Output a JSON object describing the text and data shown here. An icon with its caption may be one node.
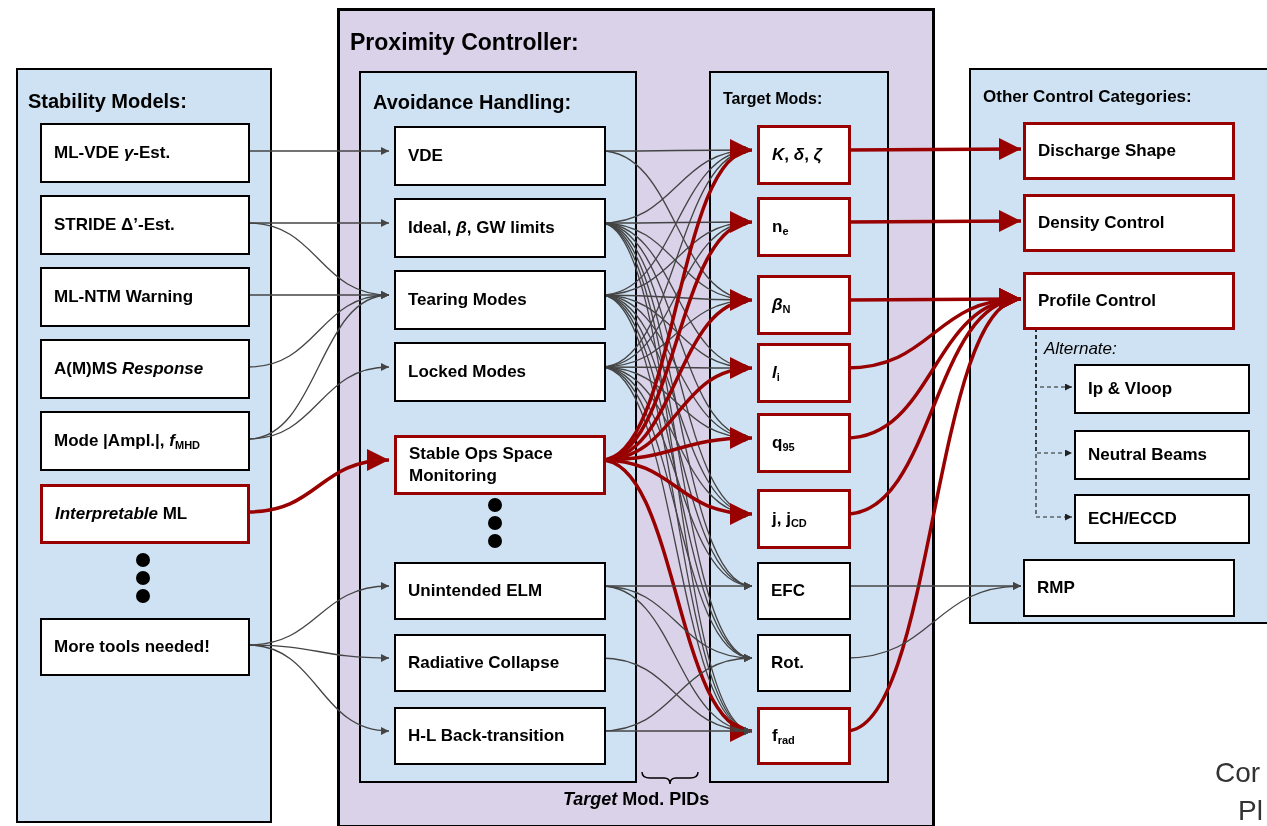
{
  "diagram": {
    "nodes": [
      {
        "text": [
          "Proximity Controller:"
        ]
      },
      {
        "text": [
          "Stability Models:"
        ]
      },
      {
        "text": [
          "ML-VDE *γ*-Est."
        ],
        "in": 1
      },
      {
        "text": [
          "STRIDE Δ’-Est."
        ],
        "in": 1
      },
      {
        "text": [
          "ML-NTM Warning"
        ],
        "in": 1
      },
      {
        "text": [
          "A(M)MS *Response*"
        ],
        "in": 1
      },
      {
        "text": [
          "Mode |Ampl.|, *f*$_{MHD}$"
        ],
        "in": 1
      },
      {
        "text": [
          "*Interpretable* ML"
        ],
        "in": 1
      },
      {
        "text": [
          "More tools needed!"
        ],
        "in": 1
      },
      {
        "text": [
          "Avoidance Handling:"
        ],
        "in": 0
      },
      {
        "text": [
          "VDE"
        ],
        "in": 9
      },
      {
        "text": [
          "Ideal, *β*, GW limits"
        ],
        "in": 9
      },
      {
        "text": [
          "Tearing Modes"
        ],
        "in": 9
      },
      {
        "text": [
          "Locked Modes"
        ],
        "in": 9
      },
      {
        "text": [
          "Stable Ops Space Monitoring"
        ],
        "in": 9
      },
      {
        "text": [
          "Unintended ELM"
        ],
        "in": 9
      },
      {
        "text": [
          "Radiative Collapse"
        ],
        "in": 9
      },
      {
        "text": [
          "H-L Back-transition"
        ],
        "in": 9
      },
      {
        "text": [
          "Target Mods:"
        ],
        "in": 0
      },
      {
        "text": [
          "*K*, *δ*, *ζ*"
        ],
        "in": 18
      },
      {
        "text": [
          "n$_{e}$"
        ],
        "in": 18
      },
      {
        "text": [
          "*β*$_{N}$"
        ],
        "in": 18
      },
      {
        "text": [
          "*l*$_{i}$"
        ],
        "in": 18
      },
      {
        "text": [
          "q$_{95}$"
        ],
        "in": 18
      },
      {
        "text": [
          "j,  j$_{CD}$"
        ],
        "in": 18
      },
      {
        "text": [
          "EFC"
        ],
        "in": 18
      },
      {
        "text": [
          "Rot."
        ],
        "in": 18
      },
      {
        "text": [
          "f$_{rad}$"
        ],
        "in": 18
      },
      {
        "text": [
          "Other Control Categories:"
        ]
      },
      {
        "text": [
          "Discharge Shape"
        ],
        "in": 28
      },
      {
        "text": [
          "Density Control"
        ],
        "in": 28
      },
      {
        "text": [
          "Profile Control"
        ],
        "in": 28
      },
      {
        "text": [
          "Ip & Vloop"
        ],
        "in": 28
      },
      {
        "text": [
          "Neutral Beams"
        ],
        "in": 28
      },
      {
        "text": [
          "ECH/ECCD"
        ],
        "in": 28
      },
      {
        "text": [
          "RMP"
        ],
        "in": 28
      }
    ],
    "edges": [
      {
        "from": 2,
        "to": 10,
        "arrow": "to"
      },
      {
        "from": 3,
        "to": 11,
        "arrow": "to"
      },
      {
        "from": 3,
        "to": 12,
        "arrow": "to"
      },
      {
        "from": 4,
        "to": 12,
        "arrow": "to"
      },
      {
        "from": 5,
        "to": 12,
        "arrow": "to"
      },
      {
        "from": 6,
        "to": 12,
        "arrow": "to"
      },
      {
        "from": 6,
        "to": 13,
        "arrow": "to"
      },
      {
        "from": 7,
        "to": 14,
        "arrow": "to",
        "style": "thick",
        "color": "#990000"
      },
      {
        "from": 8,
        "to": 15,
        "arrow": "to"
      },
      {
        "from": 8,
        "to": 16,
        "arrow": "to"
      },
      {
        "from": 8,
        "to": 17,
        "arrow": "to"
      },
      {
        "from": 10,
        "to": 19,
        "arrow": "to"
      },
      {
        "from": 10,
        "to": 21,
        "arrow": "to"
      },
      {
        "from": 11,
        "to": 19,
        "arrow": "to"
      },
      {
        "from": 11,
        "to": 20,
        "arrow": "to"
      },
      {
        "from": 11,
        "to": 21,
        "arrow": "to"
      },
      {
        "from": 11,
        "to": 22,
        "arrow": "to"
      },
      {
        "from": 11,
        "to": 23,
        "arrow": "to"
      },
      {
        "from": 11,
        "to": 24,
        "arrow": "to"
      },
      {
        "from": 11,
        "to": 25,
        "arrow": "to"
      },
      {
        "from": 11,
        "to": 26,
        "arrow": "to"
      },
      {
        "from": 11,
        "to": 27,
        "arrow": "to"
      },
      {
        "from": 12,
        "to": 19,
        "arrow": "to"
      },
      {
        "from": 12,
        "to": 20,
        "arrow": "to"
      },
      {
        "from": 12,
        "to": 21,
        "arrow": "to"
      },
      {
        "from": 12,
        "to": 22,
        "arrow": "to"
      },
      {
        "from": 12,
        "to": 23,
        "arrow": "to"
      },
      {
        "from": 12,
        "to": 24,
        "arrow": "to"
      },
      {
        "from": 12,
        "to": 25,
        "arrow": "to"
      },
      {
        "from": 12,
        "to": 26,
        "arrow": "to"
      },
      {
        "from": 12,
        "to": 27,
        "arrow": "to"
      },
      {
        "from": 13,
        "to": 19,
        "arrow": "to"
      },
      {
        "from": 13,
        "to": 20,
        "arrow": "to"
      },
      {
        "from": 13,
        "to": 21,
        "arrow": "to"
      },
      {
        "from": 13,
        "to": 22,
        "arrow": "to"
      },
      {
        "from": 13,
        "to": 23,
        "arrow": "to"
      },
      {
        "from": 13,
        "to": 24,
        "arrow": "to"
      },
      {
        "from": 13,
        "to": 25,
        "arrow": "to"
      },
      {
        "from": 13,
        "to": 26,
        "arrow": "to"
      },
      {
        "from": 13,
        "to": 27,
        "arrow": "to"
      },
      {
        "from": 14,
        "to": 19,
        "arrow": "to",
        "style": "thick",
        "color": "#990000"
      },
      {
        "from": 14,
        "to": 20,
        "arrow": "to",
        "style": "thick",
        "color": "#990000"
      },
      {
        "from": 14,
        "to": 21,
        "arrow": "to",
        "style": "thick",
        "color": "#990000"
      },
      {
        "from": 14,
        "to": 22,
        "arrow": "to",
        "style": "thick",
        "color": "#990000"
      },
      {
        "from": 14,
        "to": 23,
        "arrow": "to",
        "style": "thick",
        "color": "#990000"
      },
      {
        "from": 14,
        "to": 24,
        "arrow": "to",
        "style": "thick",
        "color": "#990000"
      },
      {
        "from": 14,
        "to": 27,
        "arrow": "to",
        "style": "thick",
        "color": "#990000"
      },
      {
        "from": 15,
        "to": 25,
        "arrow": "to"
      },
      {
        "from": 15,
        "to": 26,
        "arrow": "to"
      },
      {
        "from": 15,
        "to": 27,
        "arrow": "to"
      },
      {
        "from": 16,
        "to": 27,
        "arrow": "to"
      },
      {
        "from": 17,
        "to": 26,
        "arrow": "to"
      },
      {
        "from": 17,
        "to": 27,
        "arrow": "to"
      },
      {
        "from": 19,
        "to": 29,
        "arrow": "to",
        "style": "thick",
        "color": "#990000"
      },
      {
        "from": 20,
        "to": 30,
        "arrow": "to",
        "style": "thick",
        "color": "#990000"
      },
      {
        "from": 21,
        "to": 31,
        "arrow": "to",
        "style": "thick",
        "color": "#990000"
      },
      {
        "from": 22,
        "to": 31,
        "arrow": "to",
        "style": "thick",
        "color": "#990000"
      },
      {
        "from": 23,
        "to": 31,
        "arrow": "to",
        "style": "thick",
        "color": "#990000"
      },
      {
        "from": 24,
        "to": 31,
        "arrow": "to",
        "style": "thick",
        "color": "#990000"
      },
      {
        "from": 27,
        "to": 31,
        "arrow": "to",
        "style": "thick",
        "color": "#990000"
      },
      {
        "from": 25,
        "to": 35,
        "arrow": "to"
      },
      {
        "from": 26,
        "to": 35,
        "arrow": "to"
      },
      {
        "from": 31,
        "to": 32,
        "arrow": "to",
        "style": "dashed"
      },
      {
        "from": 31,
        "to": 33,
        "arrow": "to",
        "style": "dashed"
      },
      {
        "from": 31,
        "to": 34,
        "arrow": "to",
        "style": "dashed"
      }
    ],
    "labels": [
      "Alternate:",
      "*Target* Mod. PIDs",
      "Cor",
      "Pl"
    ]
  }
}
